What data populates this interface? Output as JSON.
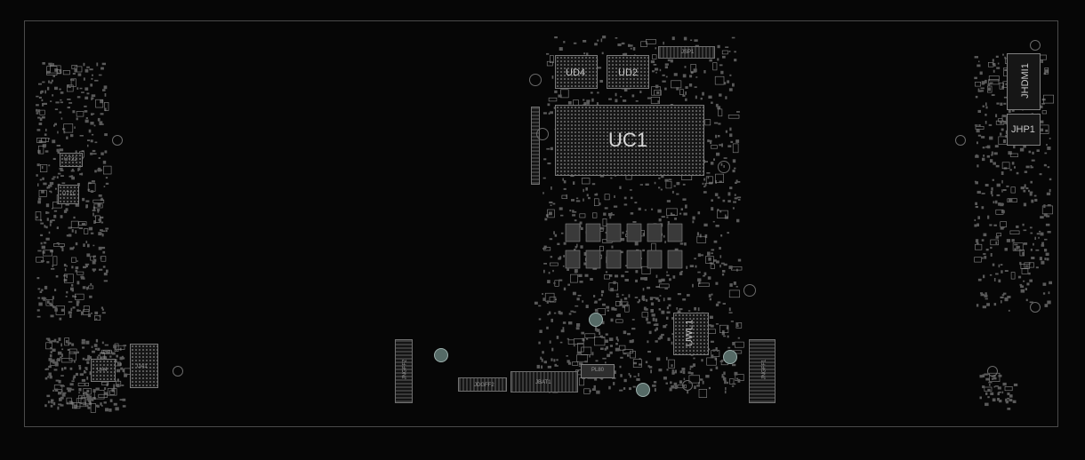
{
  "board": {
    "components": {
      "uc1": "UC1",
      "ud4": "UD4",
      "ud2": "UD2",
      "jhp1": "JHP1",
      "jhdmi1": "JHDMI1",
      "uwl1": "UWL1",
      "jbat1": "JBAT1",
      "jdgff2": "JDGFF2",
      "pl80": "PL80",
      "jngff2": "JNGFF2",
      "jngff1": "JNGFF1",
      "jsp1": "JSP1",
      "ut22": "UT22",
      "ut11": "UT11",
      "ua4": "UA4",
      "ua1": "UA1"
    },
    "colors": {
      "background": "#060606",
      "outline": "#4a4a4a",
      "silkscreen": "#c8c8c8",
      "standoff": "#556a66"
    }
  }
}
